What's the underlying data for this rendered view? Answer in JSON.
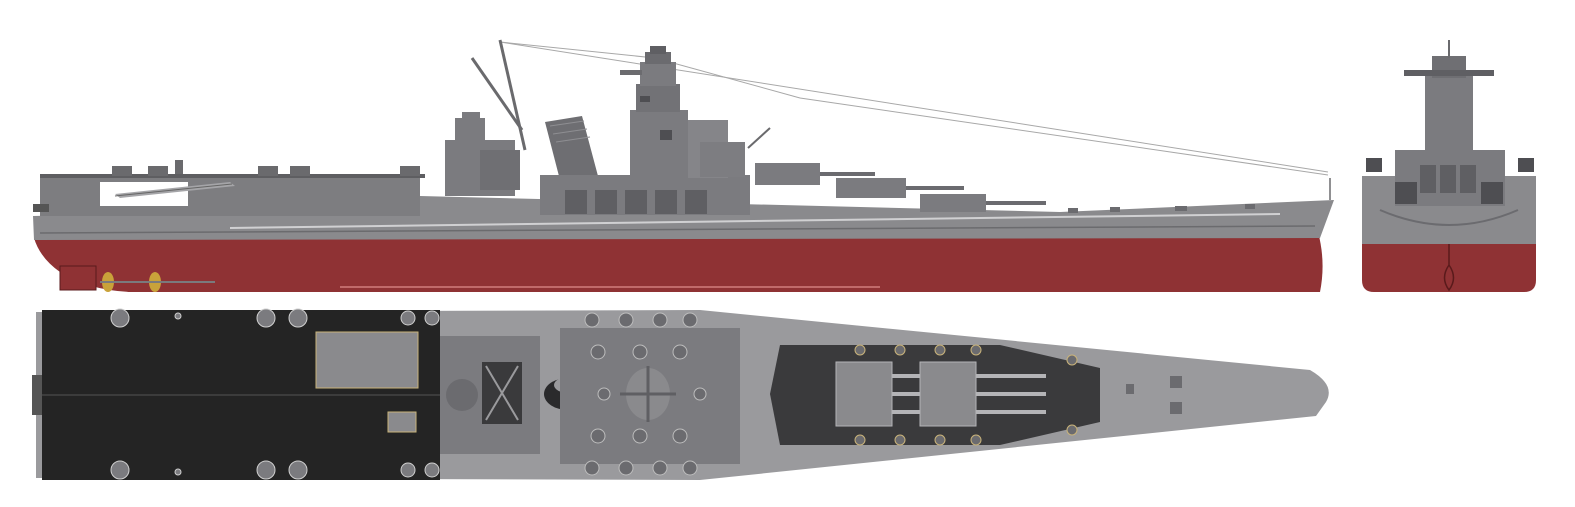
{
  "colors": {
    "background": "#ffffff",
    "hull_gray": "#8a8a8d",
    "hull_dark": "#6e6e72",
    "superstructure": "#7b7b7f",
    "waterline_red": "#8f3234",
    "flight_deck": "#242424",
    "deck_gray": "#9a9a9d",
    "deck_dark": "#3a3a3c",
    "detail_light": "#b4b4b7",
    "rigging": "#9c9c9c",
    "deck_marking": "#c9b37a"
  },
  "views": [
    "side-profile",
    "bow-view",
    "top-plan"
  ]
}
